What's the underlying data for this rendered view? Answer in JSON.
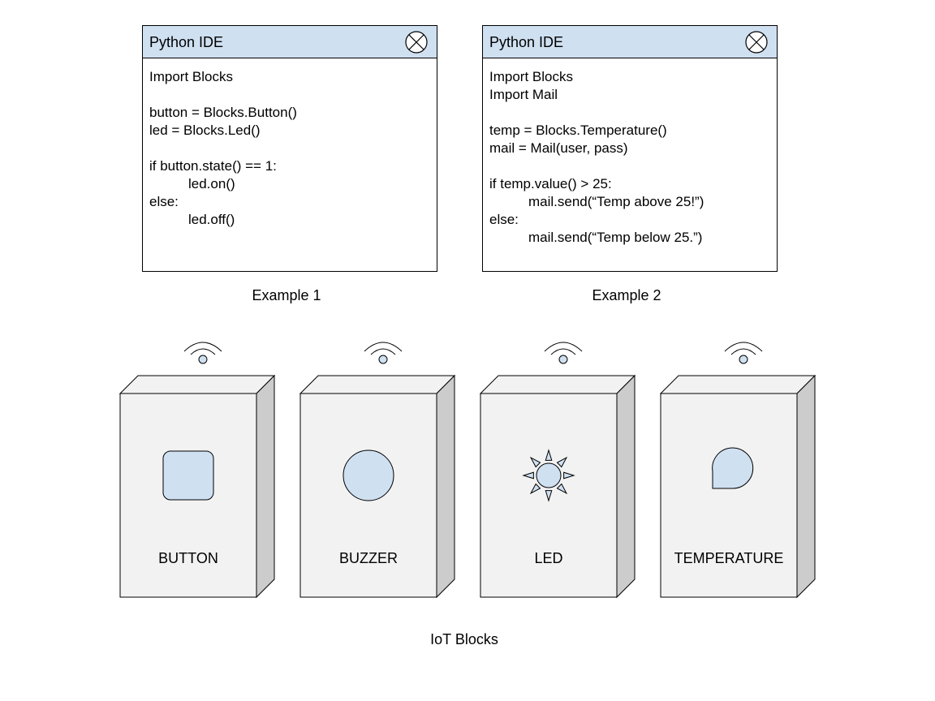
{
  "colors": {
    "accent": "#cfe0f1",
    "block_front": "#f2f2f2",
    "block_side": "#cccccc",
    "stroke": "#000000"
  },
  "examples": [
    {
      "window_title": "Python IDE",
      "close_icon": "close-circle-x-icon",
      "code": [
        {
          "text": "Import Blocks",
          "indent": false
        },
        {
          "text": "",
          "indent": false
        },
        {
          "text": "button = Blocks.Button()",
          "indent": false
        },
        {
          "text": "led = Blocks.Led()",
          "indent": false
        },
        {
          "text": "",
          "indent": false
        },
        {
          "text": "if button.state() == 1:",
          "indent": false
        },
        {
          "text": "led.on()",
          "indent": true
        },
        {
          "text": "else:",
          "indent": false
        },
        {
          "text": "led.off()",
          "indent": true
        }
      ],
      "caption": "Example 1"
    },
    {
      "window_title": "Python IDE",
      "close_icon": "close-circle-x-icon",
      "code": [
        {
          "text": "Import Blocks",
          "indent": false
        },
        {
          "text": "Import Mail",
          "indent": false
        },
        {
          "text": "",
          "indent": false
        },
        {
          "text": "temp = Blocks.Temperature()",
          "indent": false
        },
        {
          "text": "mail = Mail(user, pass)",
          "indent": false
        },
        {
          "text": "",
          "indent": false
        },
        {
          "text": "if temp.value() > 25:",
          "indent": false
        },
        {
          "text": "mail.send(“Temp above 25!”)",
          "indent": true
        },
        {
          "text": "else:",
          "indent": false
        },
        {
          "text": "mail.send(“Temp below 25.”)",
          "indent": true
        }
      ],
      "caption": "Example 2"
    }
  ],
  "blocks": [
    {
      "label": "BUTTON",
      "icon": "rounded-square-button-icon",
      "antenna_icon": "wifi-signal-icon"
    },
    {
      "label": "BUZZER",
      "icon": "circle-buzzer-icon",
      "antenna_icon": "wifi-signal-icon"
    },
    {
      "label": "LED",
      "icon": "sun-led-icon",
      "antenna_icon": "wifi-signal-icon"
    },
    {
      "label": "TEMPERATURE",
      "icon": "drop-temperature-icon",
      "antenna_icon": "wifi-signal-icon"
    }
  ],
  "footer_caption": "IoT Blocks"
}
